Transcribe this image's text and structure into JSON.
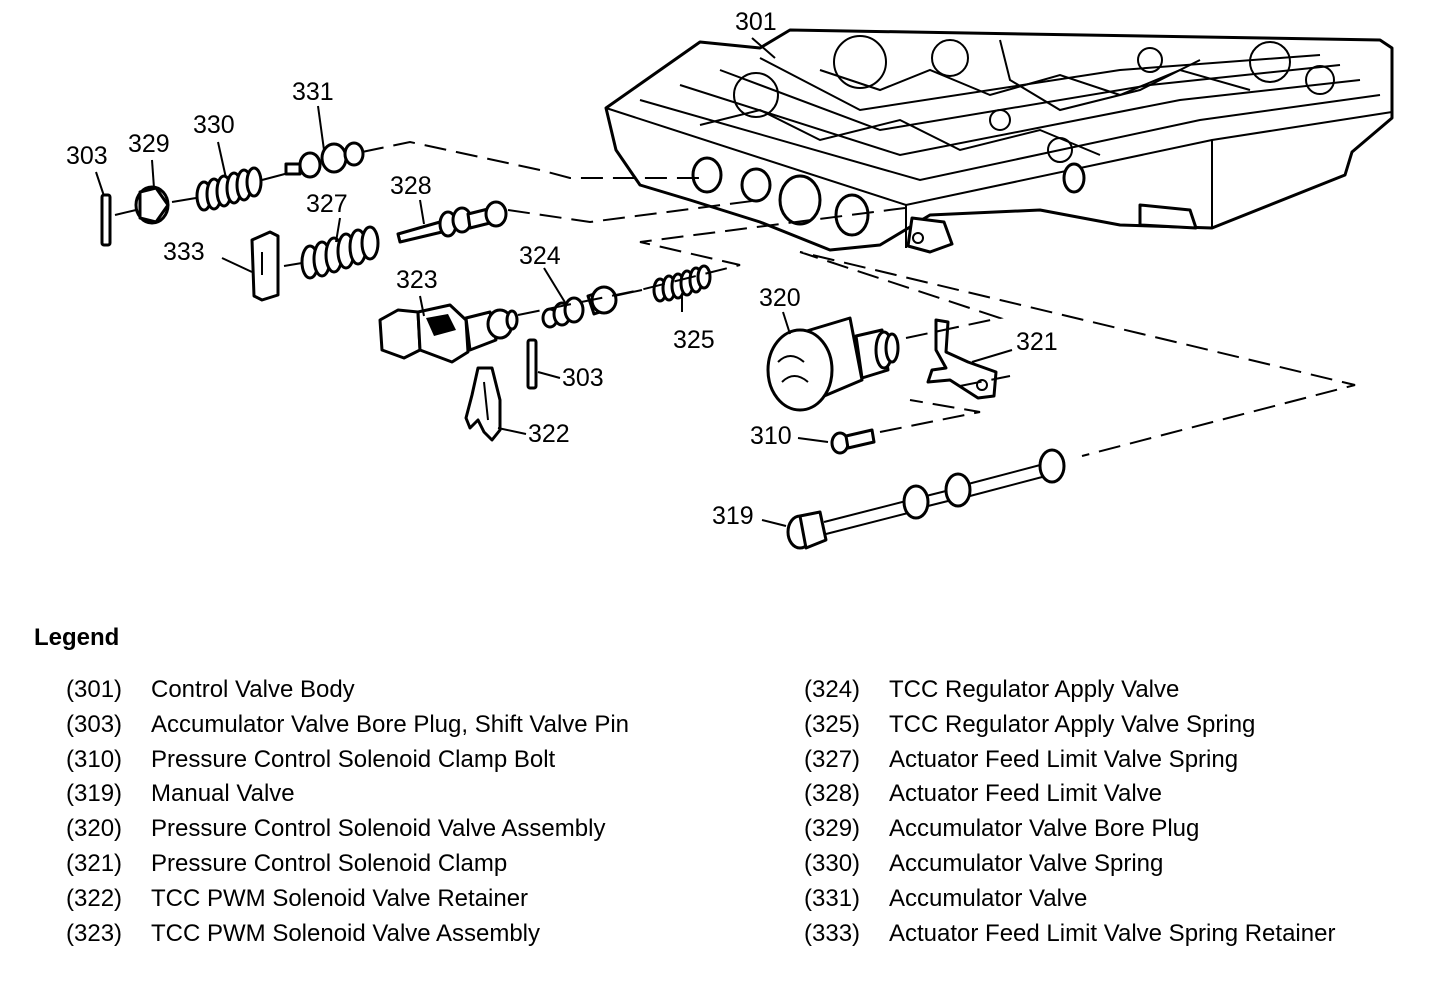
{
  "legend": {
    "title": "Legend",
    "left": [
      {
        "num": "(301)",
        "label": "Control Valve Body"
      },
      {
        "num": "(303)",
        "label": "Accumulator Valve Bore Plug, Shift Valve Pin"
      },
      {
        "num": "(310)",
        "label": "Pressure Control Solenoid Clamp Bolt"
      },
      {
        "num": "(319)",
        "label": "Manual Valve"
      },
      {
        "num": "(320)",
        "label": "Pressure Control Solenoid Valve Assembly"
      },
      {
        "num": "(321)",
        "label": "Pressure Control Solenoid Clamp"
      },
      {
        "num": "(322)",
        "label": "TCC PWM Solenoid Valve Retainer"
      },
      {
        "num": "(323)",
        "label": "TCC PWM Solenoid Valve Assembly"
      }
    ],
    "right": [
      {
        "num": "(324)",
        "label": "TCC Regulator Apply Valve"
      },
      {
        "num": "(325)",
        "label": "TCC Regulator Apply Valve Spring"
      },
      {
        "num": "(327)",
        "label": "Actuator Feed Limit Valve Spring"
      },
      {
        "num": "(328)",
        "label": "Actuator Feed Limit Valve"
      },
      {
        "num": "(329)",
        "label": "Accumulator Valve Bore Plug"
      },
      {
        "num": "(330)",
        "label": "Accumulator Valve Spring"
      },
      {
        "num": "(331)",
        "label": "Accumulator Valve"
      },
      {
        "num": "(333)",
        "label": "Actuator Feed Limit Valve Spring Retainer"
      }
    ]
  },
  "callouts": {
    "c301": "301",
    "c303a": "303",
    "c303b": "303",
    "c310": "310",
    "c319": "319",
    "c320": "320",
    "c321": "321",
    "c322": "322",
    "c323": "323",
    "c324": "324",
    "c325": "325",
    "c327": "327",
    "c328": "328",
    "c329": "329",
    "c330": "330",
    "c331": "331",
    "c333": "333"
  }
}
